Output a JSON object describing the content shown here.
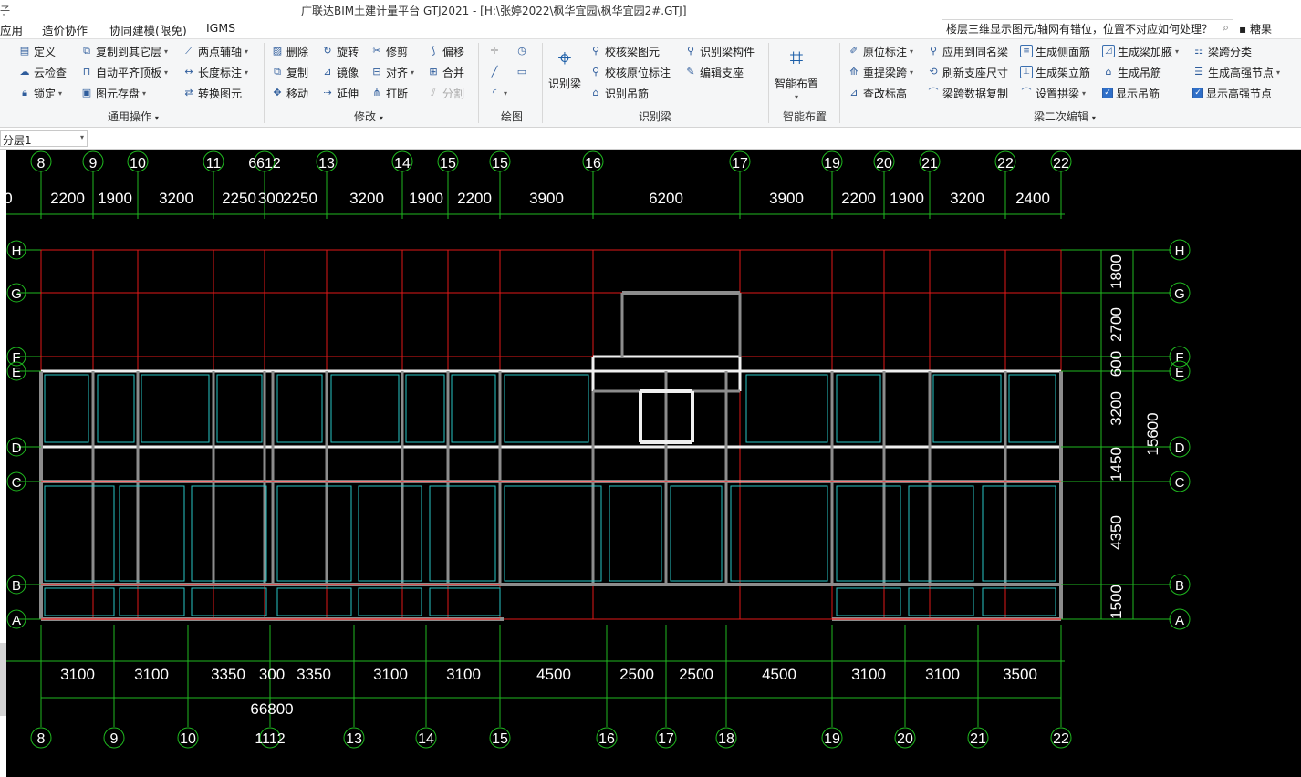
{
  "window": {
    "title": "广联达BIM土建计量平台 GTJ2021 - [H:\\张婷2022\\枫华宜园\\枫华宜园2#.GTJ]",
    "left_glyph": "子"
  },
  "menu": [
    "应用",
    "造价协作",
    "协同建模(限免)",
    "IGMS"
  ],
  "help_search": {
    "value": "楼层三维显示图元/轴网有错位，位置不对应如何处理？"
  },
  "user": {
    "name": "糖果"
  },
  "ribbon": {
    "general": {
      "label": "通用操作",
      "items": [
        "定义",
        "复制到其它层",
        "两点辅轴",
        "云检查",
        "自动平齐顶板",
        "长度标注",
        "锁定",
        "图元存盘",
        "转换图元"
      ]
    },
    "modify": {
      "label": "修改",
      "items": [
        "删除",
        "旋转",
        "修剪",
        "偏移",
        "复制",
        "镜像",
        "对齐",
        "合并",
        "移动",
        "延伸",
        "打断",
        "分割"
      ]
    },
    "draw": {
      "label": "绘图"
    },
    "recognize": {
      "label": "识别梁",
      "big": "识别梁",
      "items": [
        "校核梁图元",
        "识别梁构件",
        "校核原位标注",
        "编辑支座",
        "识别吊筋"
      ]
    },
    "smart": {
      "label": "智能布置",
      "big": "智能布置"
    },
    "beam_edit": {
      "label": "梁二次编辑",
      "items": [
        "原位标注",
        "应用到同名梁",
        "生成侧面筋",
        "生成梁加腋",
        "梁跨分类",
        "重提梁跨",
        "刷新支座尺寸",
        "生成架立筋",
        "生成吊筋",
        "生成高强节点",
        "查改标高",
        "梁跨数据复制",
        "设置拱梁",
        "显示吊筋",
        "显示高强节点"
      ]
    }
  },
  "layer": {
    "value": "分层1"
  },
  "drawing": {
    "top_axes": [
      "8",
      "9",
      "10",
      "11",
      "6612",
      "13",
      "14",
      "15",
      "15",
      "16",
      "17",
      "19",
      "20",
      "21",
      "22",
      "22"
    ],
    "top_dims": [
      "0",
      "2200",
      "1900",
      "3200",
      "2250",
      "300",
      "2250",
      "3200",
      "1900",
      "2200",
      "3900",
      "6200",
      "3900",
      "2200",
      "1900",
      "3200",
      "2400"
    ],
    "bottom_dims": [
      "3100",
      "3100",
      "3350",
      "300",
      "3350",
      "3100",
      "3100",
      "4500",
      "2500",
      "2500",
      "4500",
      "3100",
      "3100",
      "3500"
    ],
    "bottom_total": "66800",
    "bottom_axes": [
      "8",
      "9",
      "10",
      "1112",
      "13",
      "14",
      "15",
      "16",
      "17",
      "18",
      "19",
      "20",
      "21",
      "22"
    ],
    "left_rows": [
      "H",
      "G",
      "F",
      "E",
      "D",
      "C",
      "B",
      "A"
    ],
    "right_rows": [
      "H",
      "G",
      "F",
      "E",
      "D",
      "C",
      "B",
      "A"
    ],
    "right_dims": [
      "1800",
      "2700",
      "600",
      "3200",
      "1450",
      "4350",
      "1500"
    ],
    "right_total": "15600"
  }
}
